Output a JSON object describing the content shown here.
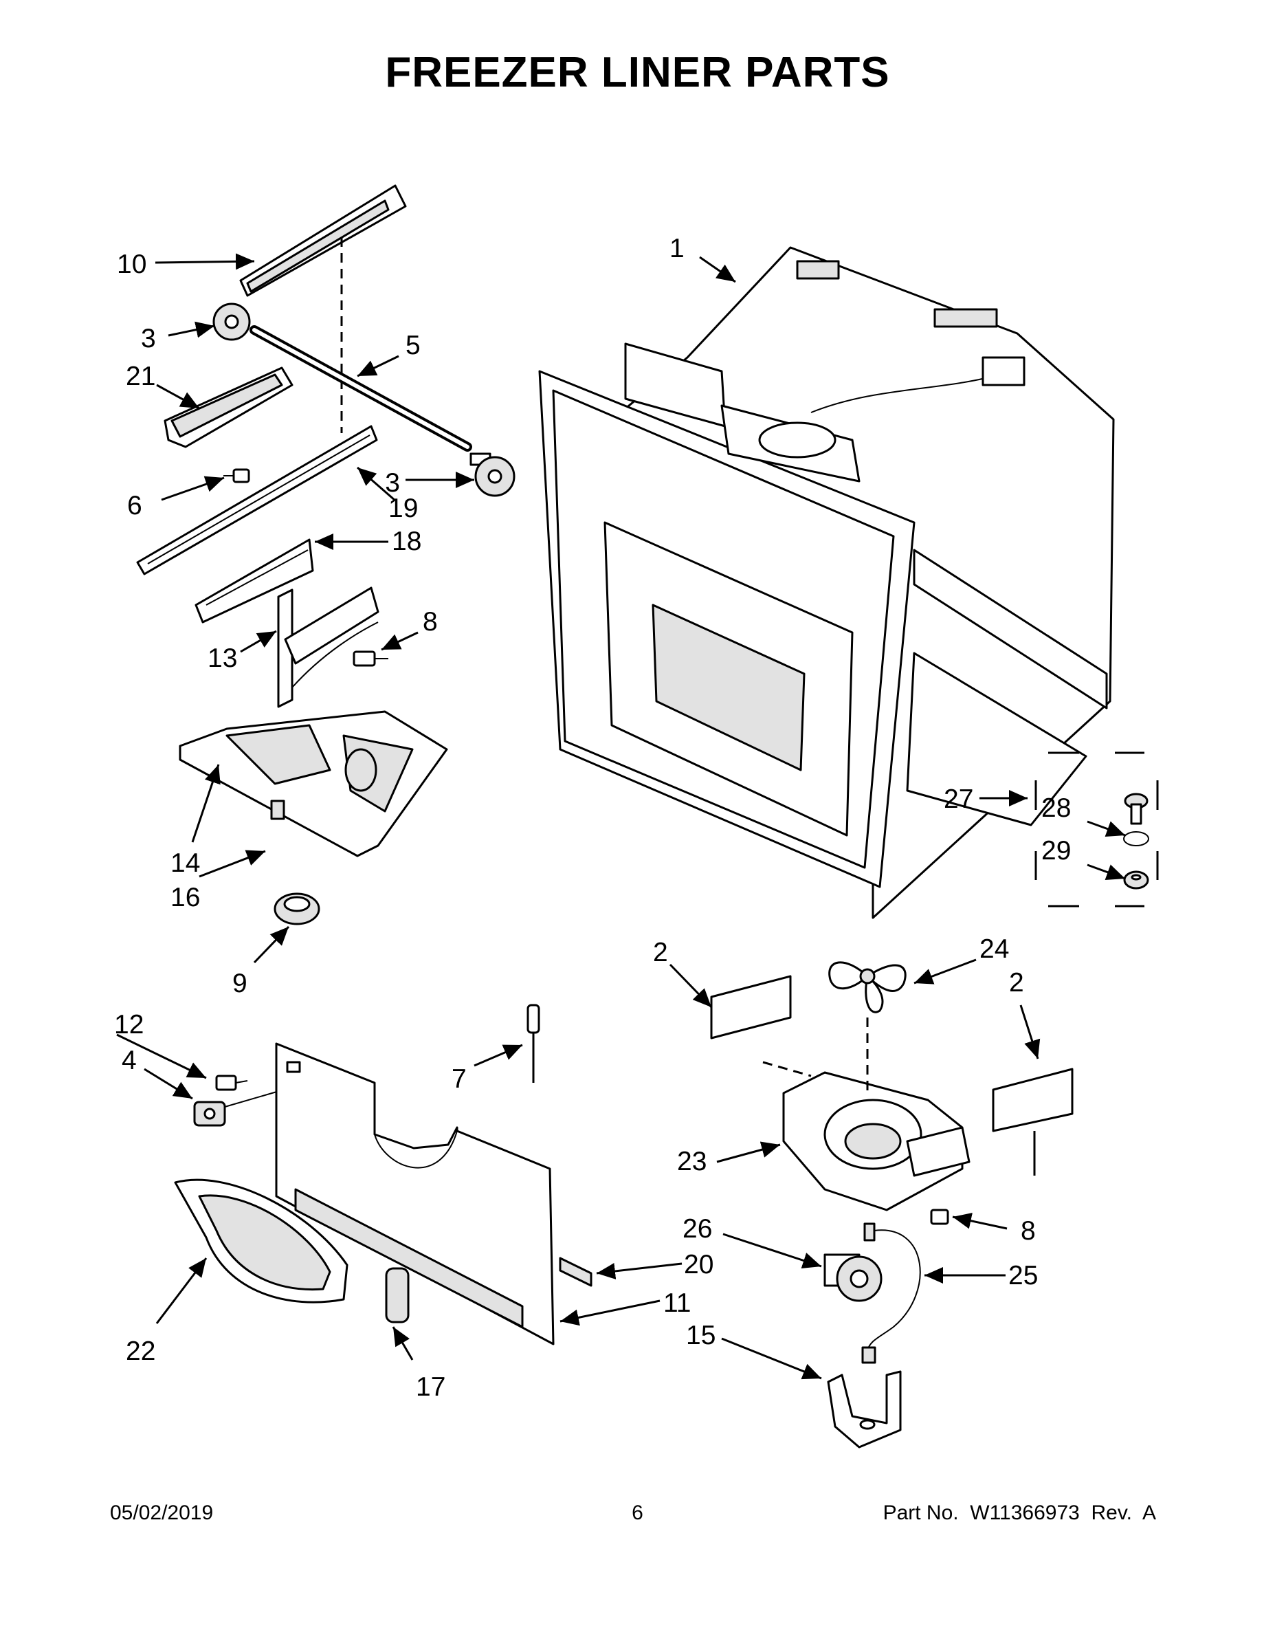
{
  "title": "FREEZER LINER PARTS",
  "footer": {
    "date": "05/02/2019",
    "page": "6",
    "part_number": "Part No.  W11366973  Rev.  A"
  },
  "callouts": {
    "c1": "1",
    "c2a": "2",
    "c2b": "2",
    "c3a": "3",
    "c3b": "3",
    "c4": "4",
    "c5": "5",
    "c6": "6",
    "c7": "7",
    "c8a": "8",
    "c8b": "8",
    "c9": "9",
    "c10": "10",
    "c11": "11",
    "c12": "12",
    "c13": "13",
    "c14": "14",
    "c15": "15",
    "c16": "16",
    "c17": "17",
    "c18": "18",
    "c19": "19",
    "c20": "20",
    "c21": "21",
    "c22": "22",
    "c23": "23",
    "c24": "24",
    "c25": "25",
    "c26": "26",
    "c27": "27",
    "c28": "28",
    "c29": "29"
  }
}
